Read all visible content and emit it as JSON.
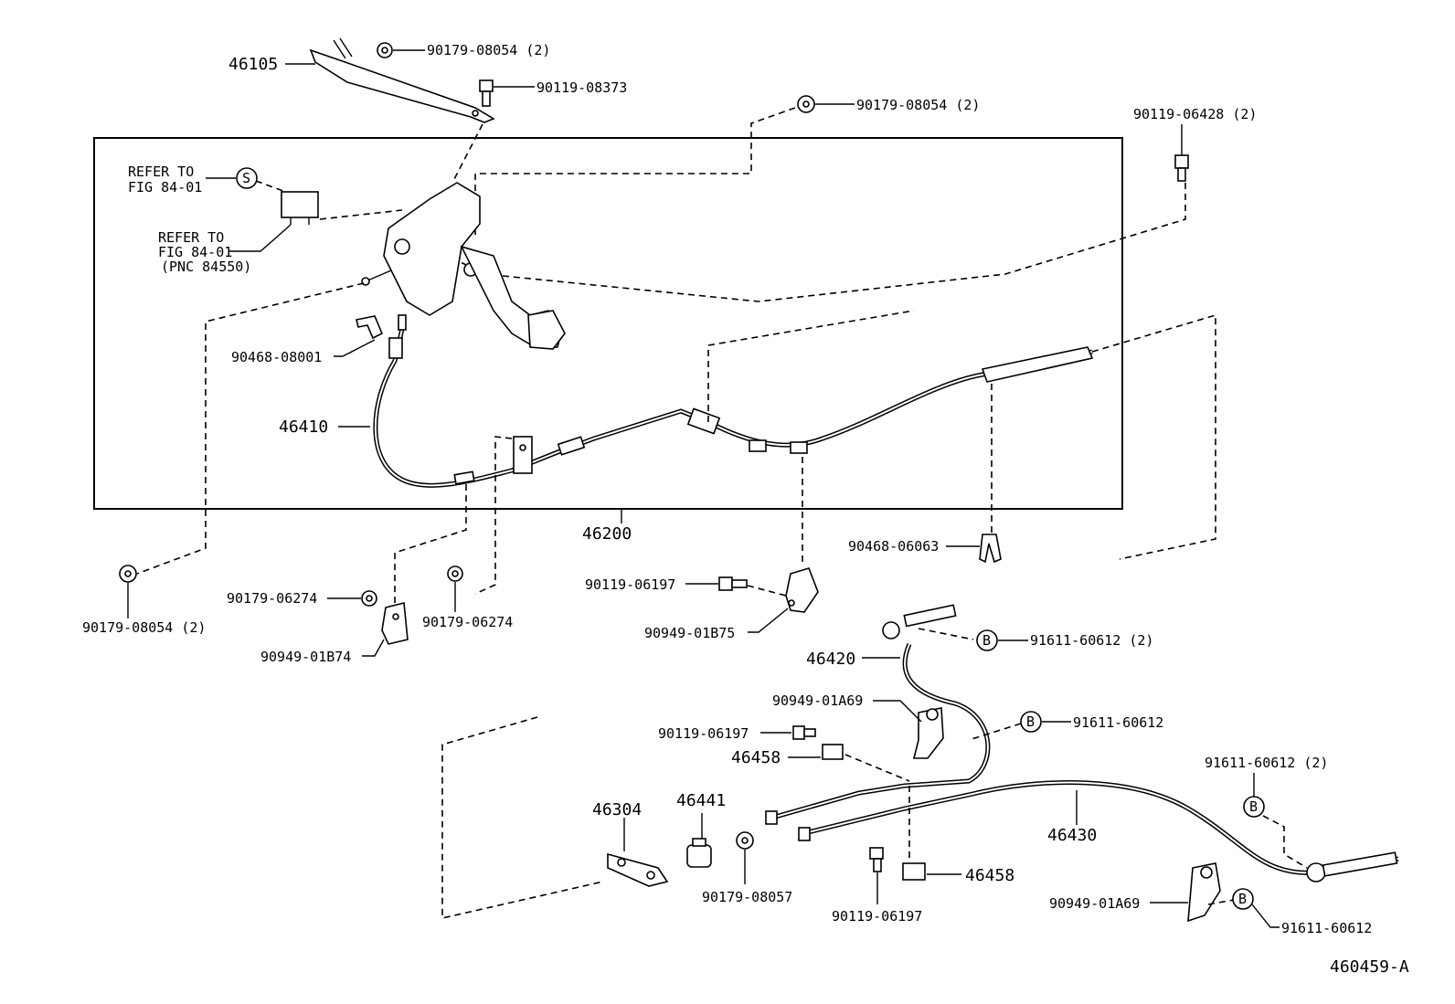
{
  "figure_id": "460459-A",
  "refs": {
    "refer_to_s_line1": "REFER TO",
    "refer_to_s_line2": "FIG 84-01",
    "refer_to_line1": "REFER TO",
    "refer_to_line2": "FIG 84-01",
    "refer_to_line3": "(PNC 84550)",
    "ref_s": "S"
  },
  "labels": {
    "p46105": "46105",
    "p90179_08054_top": "90179-08054 (2)",
    "p90119_08373": "90119-08373",
    "p90179_08054_mid": "90179-08054 (2)",
    "p90119_06428": "90119-06428 (2)",
    "p90468_08001": "90468-08001",
    "p46410": "46410",
    "p46200": "46200",
    "p90468_06063": "90468-06063",
    "p90179_08054_bl": "90179-08054 (2)",
    "p90179_06274_a": "90179-06274",
    "p90179_06274_b": "90179-06274",
    "p90949_01B74": "90949-01B74",
    "p90119_06197_a": "90119-06197",
    "p90949_01B75": "90949-01B75",
    "p46420": "46420",
    "p91611_60612_a": "91611-60612 (2)",
    "p90949_01A69_a": "90949-01A69",
    "p91611_60612_b": "91611-60612",
    "p90119_06197_b": "90119-06197",
    "p46458_a": "46458",
    "p91611_60612_c": "91611-60612 (2)",
    "p46304": "46304",
    "p46441": "46441",
    "p46430": "46430",
    "p90179_08057": "90179-08057",
    "p90119_06197_c": "90119-06197",
    "p46458_b": "46458",
    "p90949_01A69_b": "90949-01A69",
    "p91611_60612_d": "91611-60612",
    "ref_b": "B"
  }
}
